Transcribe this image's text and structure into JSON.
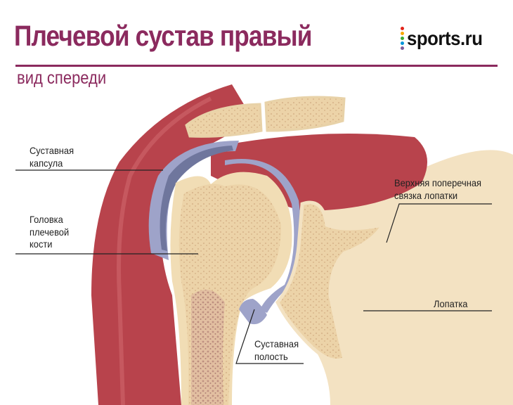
{
  "header": {
    "title": "Плечевой сустав правый",
    "subtitle": "вид спереди",
    "logo": "sports.ru"
  },
  "colors": {
    "accent": "#8b2a5e",
    "muscle": "#b8434c",
    "bone": "#f1ddb5",
    "capsule": "#9ea3c9",
    "logo_dots": [
      "#e2231a",
      "#f7a700",
      "#3aaa35",
      "#0095da",
      "#7d5a9a"
    ]
  },
  "labels": {
    "capsule": [
      "Суставная",
      "капсула"
    ],
    "humerus_head": [
      "Головка",
      "плечевой",
      "кости"
    ],
    "ligament": [
      "Верхняя поперечная",
      "связка лопатки"
    ],
    "scapula": [
      "Лопатка"
    ],
    "cavity": [
      "Суставная",
      "полость"
    ]
  }
}
